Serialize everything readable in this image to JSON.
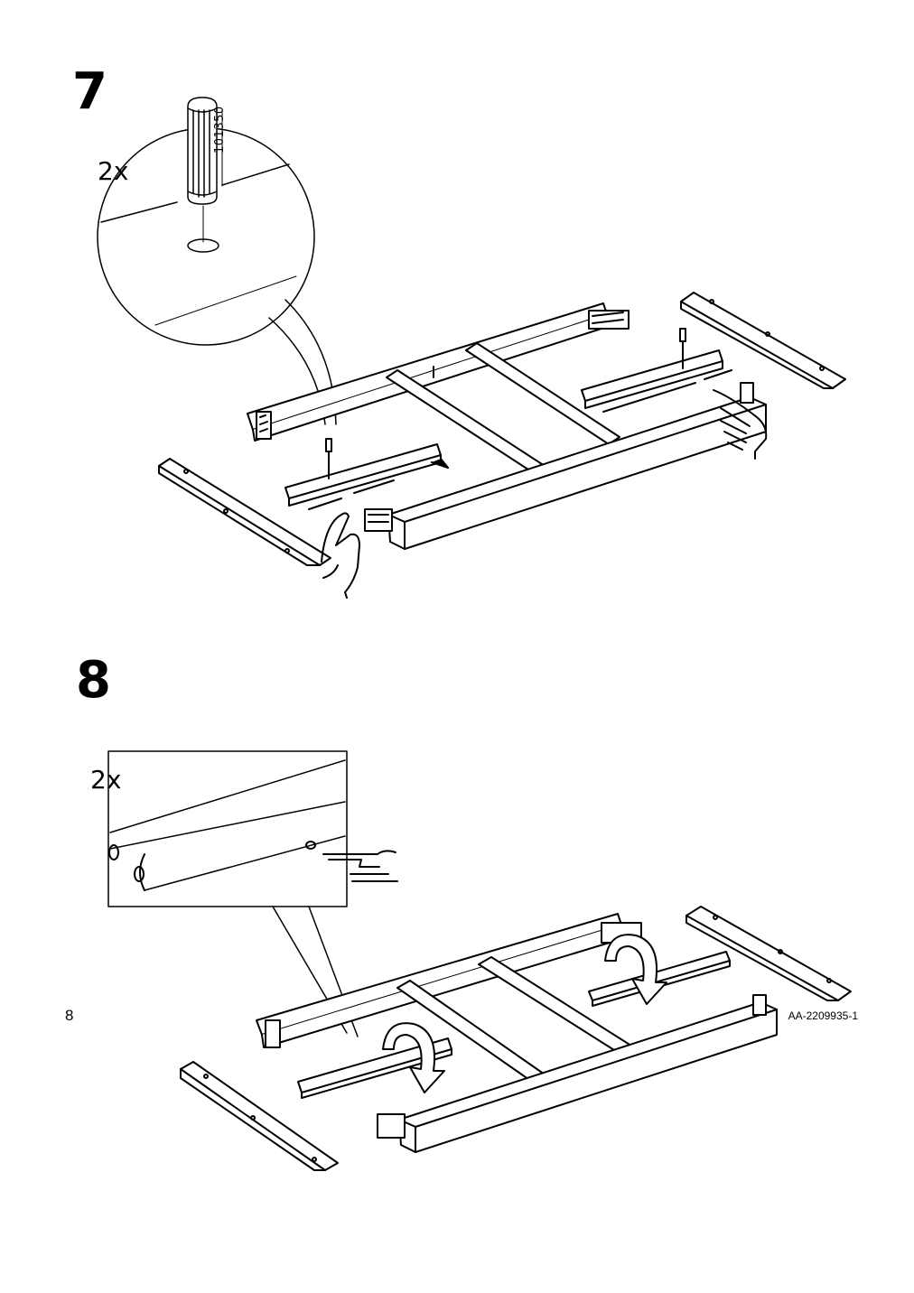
{
  "steps": [
    {
      "number": "7",
      "quantity": "2x",
      "part_number": "101350"
    },
    {
      "number": "8",
      "quantity": "2x"
    }
  ],
  "footer": {
    "page_number": "8",
    "doc_code": "AA-2209935-1"
  },
  "icons": [
    "wooden-dowel-icon",
    "pointing-hand-icon",
    "rotate-arrow-icon"
  ]
}
